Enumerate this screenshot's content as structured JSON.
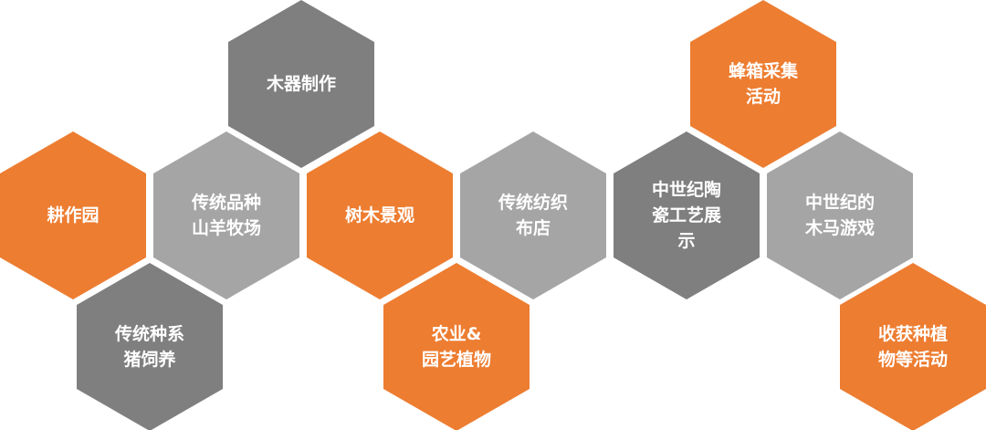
{
  "colors": {
    "orange": "#ED7D31",
    "dark": "#7F7F7F",
    "light": "#A5A5A5"
  },
  "hexagons": [
    {
      "id": "wood-crafting",
      "lines": [
        "木器制作"
      ],
      "color": "dark"
    },
    {
      "id": "farming-garden",
      "lines": [
        "耕作园"
      ],
      "color": "orange"
    },
    {
      "id": "goat-ranch",
      "lines": [
        "传统品种",
        "山羊牧场"
      ],
      "color": "light"
    },
    {
      "id": "tree-landscape",
      "lines": [
        "树木景观"
      ],
      "color": "orange"
    },
    {
      "id": "textile-shop",
      "lines": [
        "传统纺织",
        "布店"
      ],
      "color": "light"
    },
    {
      "id": "ceramics-display",
      "lines": [
        "中世纪陶",
        "瓷工艺展",
        "示"
      ],
      "color": "dark"
    },
    {
      "id": "rocking-horse-game",
      "lines": [
        "中世纪的",
        "木马游戏"
      ],
      "color": "light"
    },
    {
      "id": "beehive-activity",
      "lines": [
        "蜂箱采集",
        "活动"
      ],
      "color": "orange"
    },
    {
      "id": "pig-raising",
      "lines": [
        "传统种系",
        "猪饲养"
      ],
      "color": "dark"
    },
    {
      "id": "agri-horticulture",
      "lines": [
        "农业&",
        "园艺植物"
      ],
      "color": "orange"
    },
    {
      "id": "harvest-activity",
      "lines": [
        "收获种植",
        "物等活动"
      ],
      "color": "orange"
    }
  ]
}
